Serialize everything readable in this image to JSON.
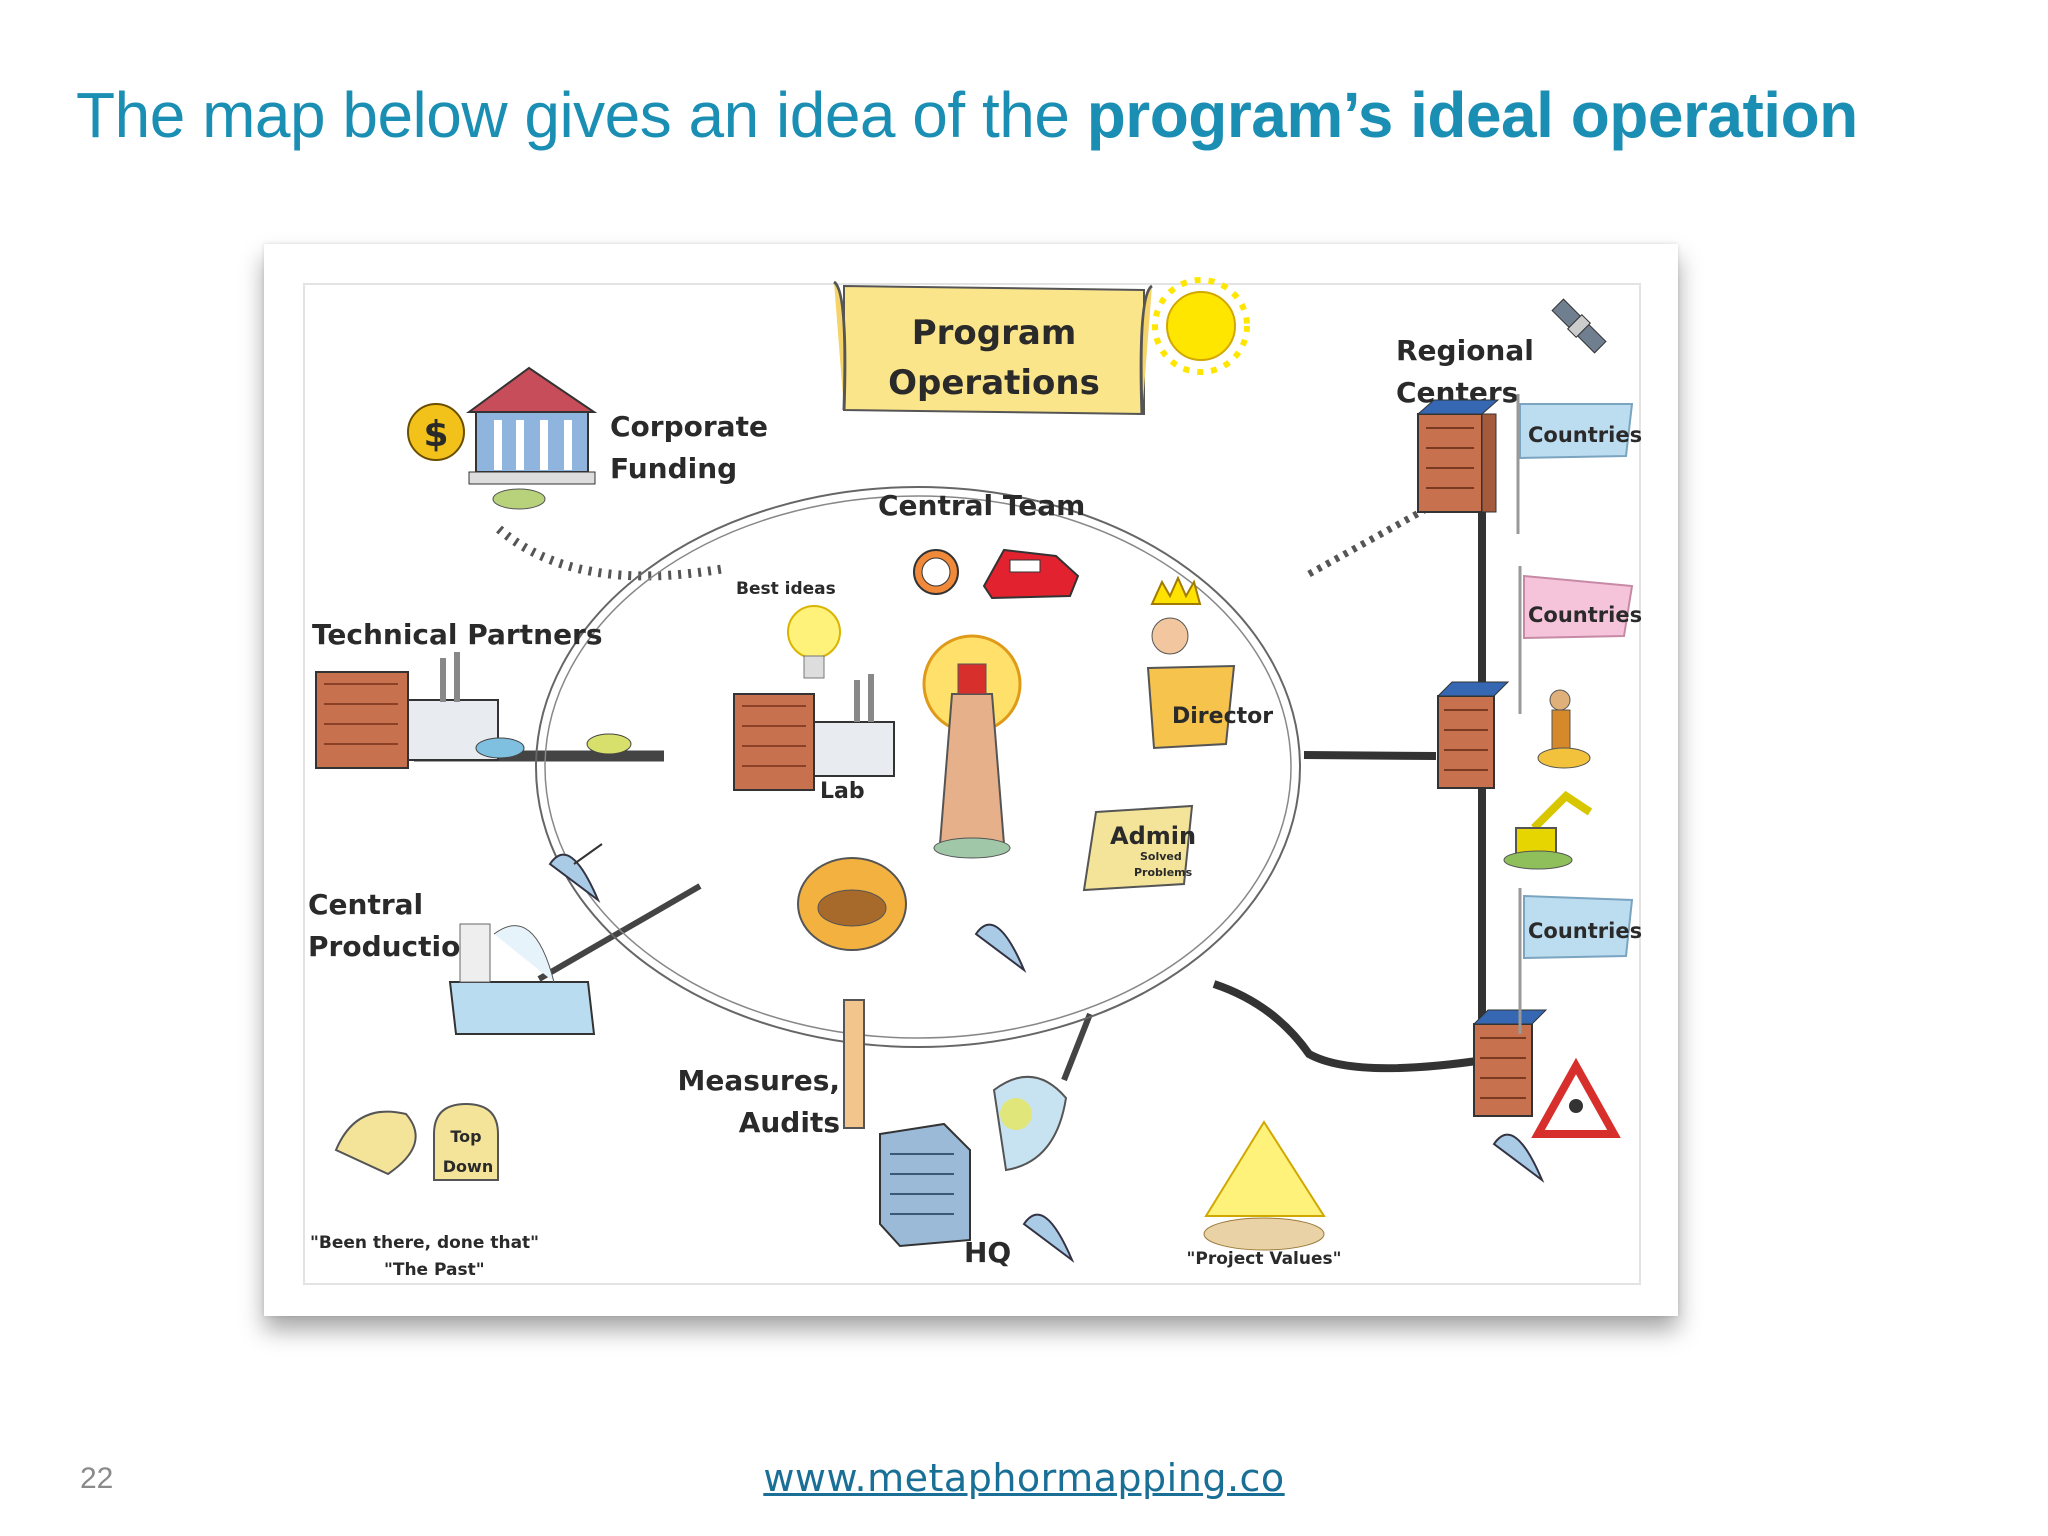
{
  "slide": {
    "title_regular": "The map below gives an idea of the ",
    "title_bold": "program’s ideal operation",
    "page_number": "22",
    "footer_link": "www.metaphormapping.co"
  },
  "map": {
    "banner": [
      "Program",
      "Operations"
    ],
    "central_team": "Central Team",
    "best_ideas": "Best ideas",
    "lab": "Lab",
    "director": "Director",
    "admin": "Admin",
    "admin_sub": [
      "Solved",
      "Problems"
    ],
    "corporate_funding": [
      "Corporate",
      "Funding"
    ],
    "technical_partners": "Technical Partners",
    "central_production": [
      "Central",
      "Production"
    ],
    "measures_audits": [
      "Measures,",
      "Audits"
    ],
    "hq": "HQ",
    "been_there": "\"Been there, done that\"",
    "the_past": "\"The Past\"",
    "top_down": [
      "Top",
      "Down"
    ],
    "project_values": "\"Project Values\"",
    "regional_centers": [
      "Regional",
      "Centers"
    ],
    "countries": [
      "Countries",
      "Countries",
      "Countries"
    ],
    "dollar_sign": "$"
  },
  "colors": {
    "title": "#1a8fb3",
    "footer_link": "#1a6f96",
    "banner": "#fbe58a",
    "flag_blue": "#bcdcef",
    "flag_pink": "#f6c4da",
    "brick": "#c8714e",
    "sun": "#ffe600"
  }
}
